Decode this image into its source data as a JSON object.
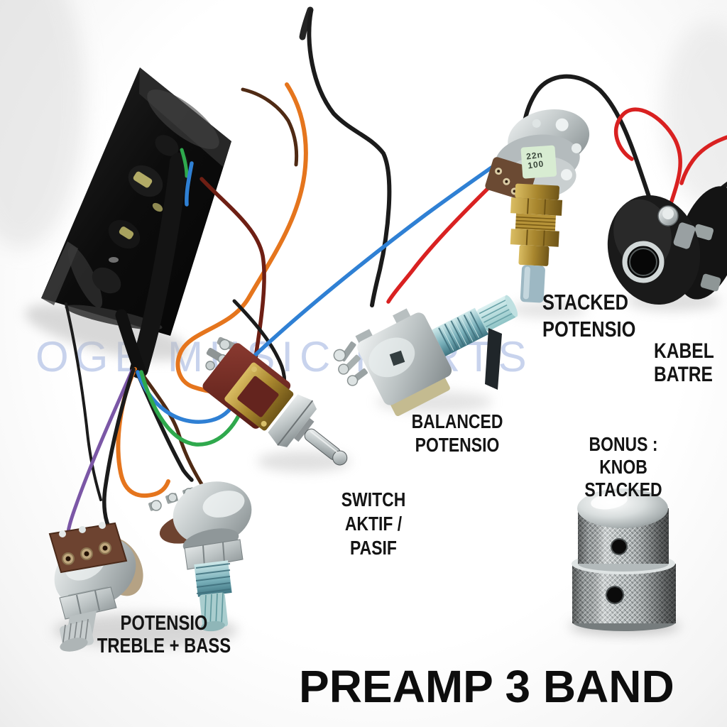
{
  "title": "PREAMP 3 BAND",
  "watermark": "OGE MUSIC PORTS",
  "labels": {
    "stacked_potensio": [
      "STACKED",
      "POTENSIO"
    ],
    "kabel_batre": [
      "KABEL",
      "BATRE"
    ],
    "balanced_potensio": [
      "BALANCED",
      "POTENSIO"
    ],
    "bonus_knob": [
      "BONUS :",
      "KNOB STACKED"
    ],
    "switch_mode": [
      "SWITCH",
      "AKTIF /",
      "PASIF"
    ],
    "potensio_treble_bass": [
      "POTENSIO",
      "TREBLE + BASS"
    ]
  },
  "component_markings": {
    "capacitor": [
      "22n",
      "100"
    ]
  },
  "colors": {
    "background": "#fbfbfb",
    "label_text": "#141414",
    "title_text": "#0d0d0d",
    "watermark": "rgba(124,150,211,0.42)",
    "wire_black": "#1b1b1b",
    "wire_red": "#d92121",
    "wire_blue": "#2f80d4",
    "wire_green": "#2fa94d",
    "wire_orange": "#e5751d",
    "wire_purple": "#7b57a6",
    "wire_brown": "#4f2a14",
    "wire_dark_red": "#6e1f14",
    "switch_body": "#6e2a24",
    "brass": "#a8862e",
    "chrome": "#c6cccd",
    "shaft_teal": "#85b7c1",
    "capacitor": "#d8ecd2"
  }
}
